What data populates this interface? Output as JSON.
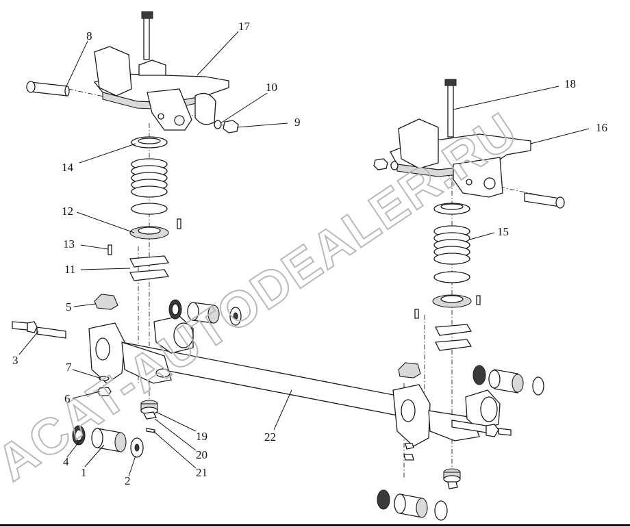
{
  "watermark": "ACAT-AUTODEALER.RU",
  "callouts": {
    "c1": "1",
    "c2": "2",
    "c3": "3",
    "c4": "4",
    "c5": "5",
    "c6": "6",
    "c7": "7",
    "c8": "8",
    "c9": "9",
    "c10": "10",
    "c11": "11",
    "c12": "12",
    "c13": "13",
    "c14": "14",
    "c15": "15",
    "c16": "16",
    "c17": "17",
    "c18": "18",
    "c19": "19",
    "c20": "20",
    "c21": "21",
    "c22": "22"
  }
}
